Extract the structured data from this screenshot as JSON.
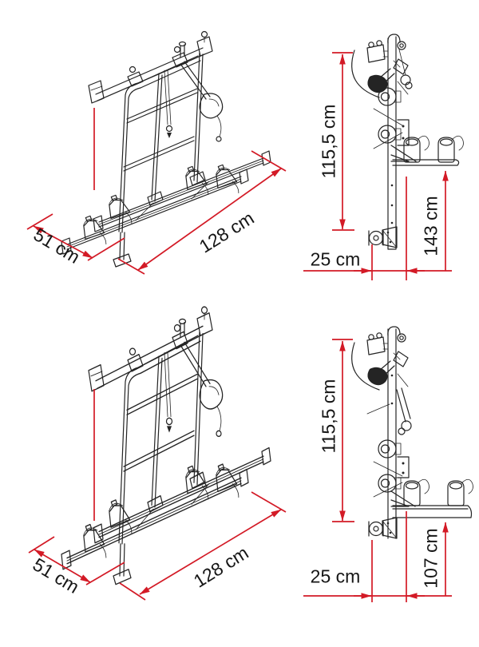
{
  "colors": {
    "background": "#ffffff",
    "drawing_line": "#242424",
    "dimension_line": "#d31a26",
    "label_text": "#161616"
  },
  "figures": {
    "top_perspective": {
      "dimensions": {
        "depth": "51 cm",
        "width": "128 cm"
      }
    },
    "top_side": {
      "dimensions": {
        "upright_height": "115,5 cm",
        "overall_height": "143 cm",
        "offset": "25 cm"
      }
    },
    "bottom_perspective": {
      "dimensions": {
        "depth": "51 cm",
        "width": "128 cm"
      }
    },
    "bottom_side": {
      "dimensions": {
        "upright_height": "115,5 cm",
        "overall_height": "107 cm",
        "offset": "25 cm"
      }
    }
  }
}
